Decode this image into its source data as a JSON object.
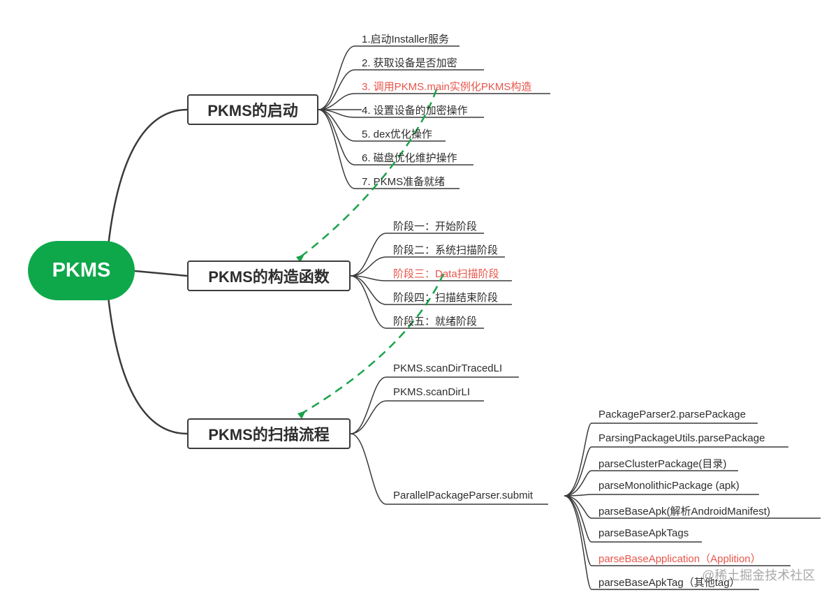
{
  "root": {
    "label": "PKMS",
    "color": "#0ea84b"
  },
  "highlight_color": "#e8554a",
  "connector_color": "#1aa34a",
  "branches": [
    {
      "label": "PKMS的启动",
      "children": [
        {
          "label": "1.启动Installer服务",
          "highlight": false
        },
        {
          "label": "2. 获取设备是否加密",
          "highlight": false
        },
        {
          "label": "3. 调用PKMS.main实例化PKMS构造",
          "highlight": true
        },
        {
          "label": "4. 设置设备的加密操作",
          "highlight": false
        },
        {
          "label": "5. dex优化操作",
          "highlight": false
        },
        {
          "label": "6. 磁盘优化维护操作",
          "highlight": false
        },
        {
          "label": "7. PKMS准备就绪",
          "highlight": false
        }
      ]
    },
    {
      "label": "PKMS的构造函数",
      "children": [
        {
          "label": "阶段一：开始阶段",
          "highlight": false
        },
        {
          "label": "阶段二：系统扫描阶段",
          "highlight": false
        },
        {
          "label": "阶段三：Data扫描阶段",
          "highlight": true
        },
        {
          "label": "阶段四：扫描结束阶段",
          "highlight": false
        },
        {
          "label": "阶段五：就绪阶段",
          "highlight": false
        }
      ]
    },
    {
      "label": "PKMS的扫描流程",
      "children": [
        {
          "label": "PKMS.scanDirTracedLI",
          "highlight": false
        },
        {
          "label": "PKMS.scanDirLI",
          "highlight": false
        },
        {
          "label": "ParallelPackageParser.submit",
          "highlight": false,
          "children": [
            {
              "label": "PackageParser2.parsePackage",
              "highlight": false
            },
            {
              "label": "ParsingPackageUtils.parsePackage",
              "highlight": false
            },
            {
              "label": "parseClusterPackage(目录)",
              "highlight": false
            },
            {
              "label": "parseMonolithicPackage (apk)",
              "highlight": false
            },
            {
              "label": "parseBaseApk(解析AndroidManifest)",
              "highlight": false
            },
            {
              "label": "parseBaseApkTags",
              "highlight": false
            },
            {
              "label": "parseBaseApplication（Applition）",
              "highlight": true
            },
            {
              "label": "parseBaseApkTag（其他tag）",
              "highlight": false
            }
          ]
        }
      ]
    }
  ],
  "relationships": [
    {
      "from": "3. 调用PKMS.main实例化PKMS构造",
      "to": "PKMS的构造函数",
      "style": "dashed-arrow"
    },
    {
      "from": "阶段三：Data扫描阶段",
      "to": "PKMS的扫描流程",
      "style": "dashed-arrow"
    }
  ],
  "watermark": "@稀土掘金技术社区"
}
